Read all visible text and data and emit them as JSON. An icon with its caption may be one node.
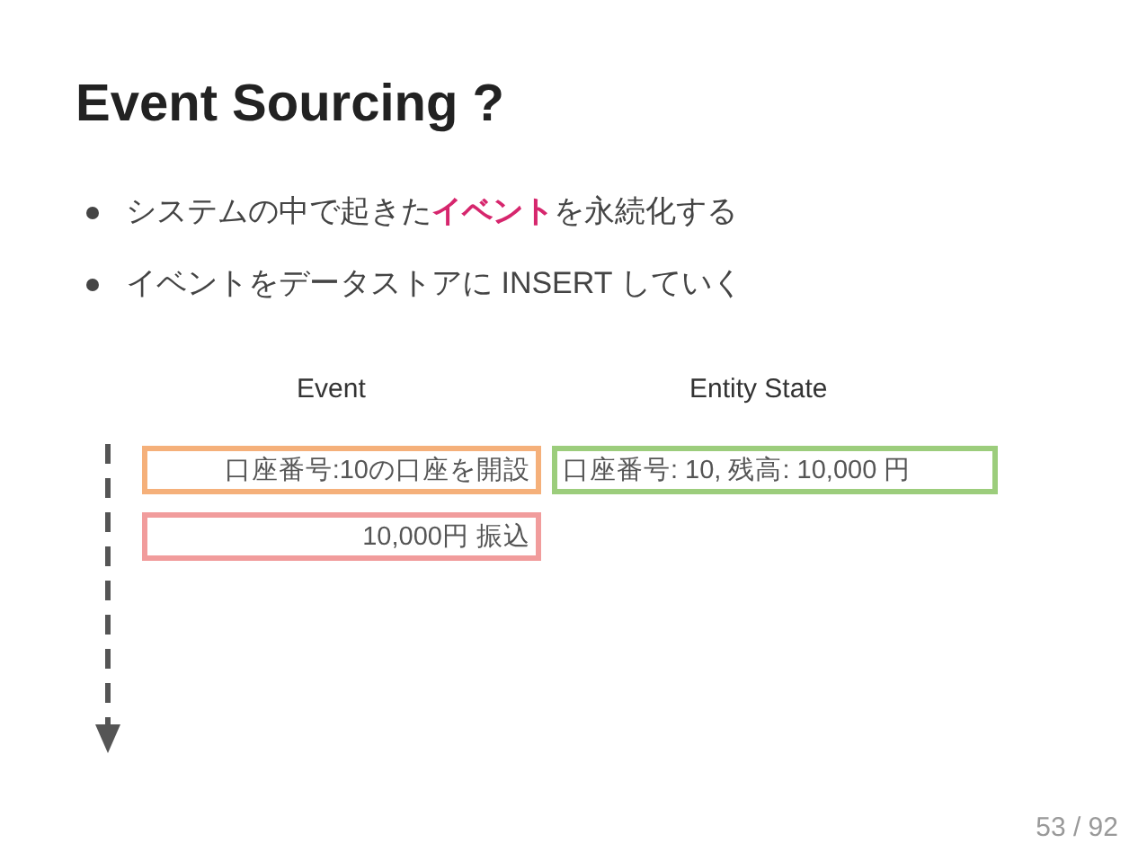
{
  "diagram": {
    "title": "Event Sourcing ?",
    "nodes": [
      {
        "text": [
          "口座番号:10の口座を開設"
        ]
      },
      {
        "text": [
          "10,000円 振込"
        ]
      },
      {
        "text": [
          "口座番号: 10, 残高: 10,000 円"
        ]
      }
    ],
    "labels": [
      "システムの中で起きた**イベント**を永続化する",
      "イベントをデータストアに INSERT していく",
      "Event",
      "Entity State",
      "53 / 92"
    ]
  }
}
